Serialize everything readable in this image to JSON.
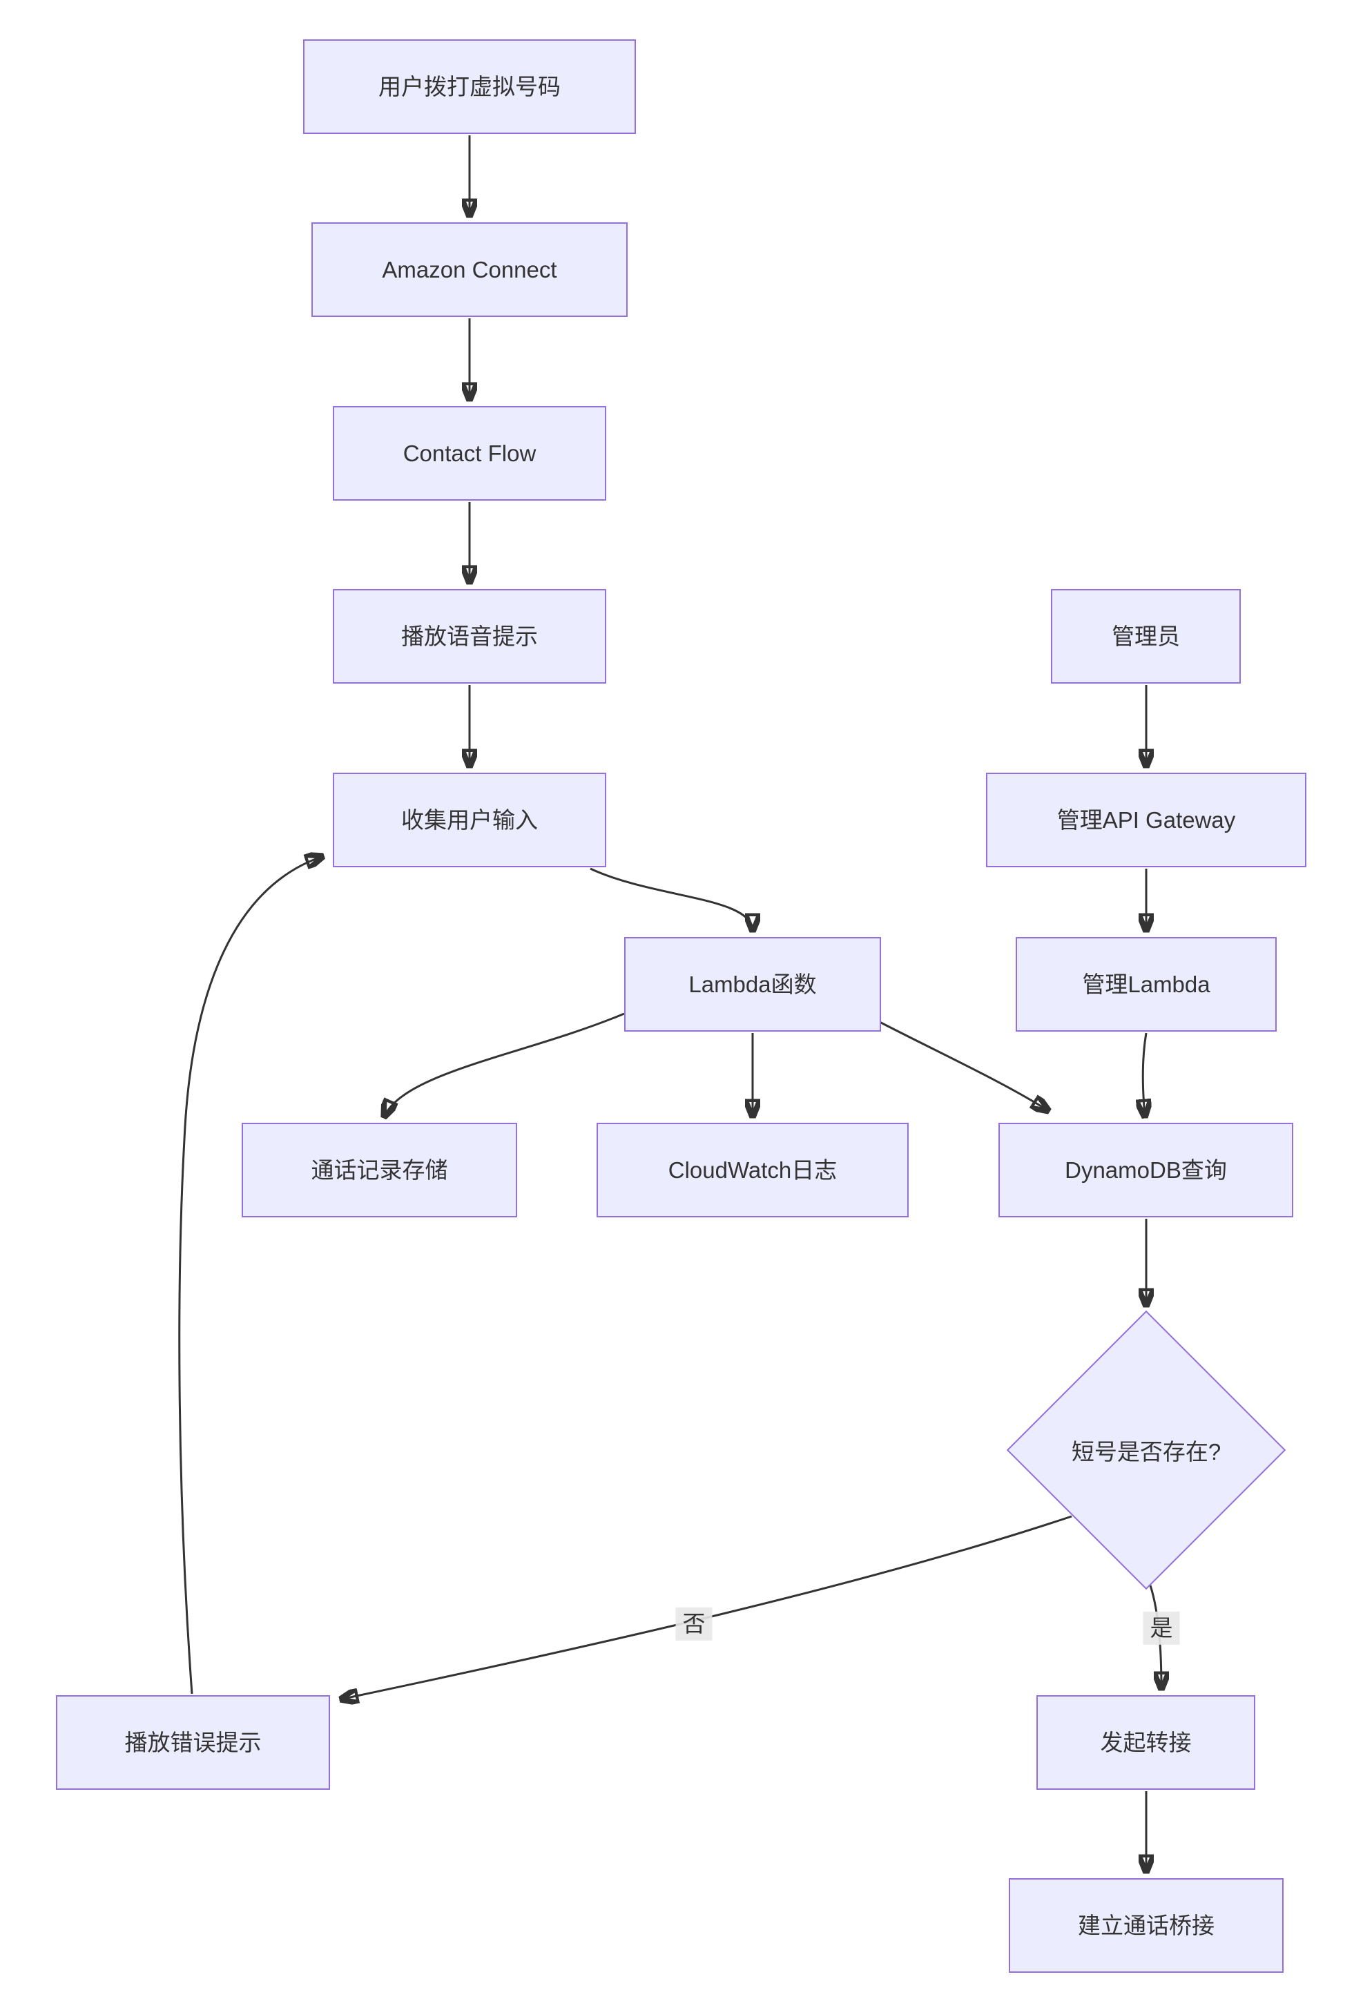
{
  "diagram": {
    "type": "flowchart",
    "background_color": "#ffffff",
    "node_fill_color": "#ECECFF",
    "node_border_color": "#9370DB",
    "edge_color": "#333333",
    "text_color": "#333333",
    "edge_label_background": "#e8e8e8"
  },
  "nodes": {
    "user_dial": {
      "label": "用户拨打虚拟号码",
      "shape": "rect"
    },
    "amazon_connect": {
      "label": "Amazon Connect",
      "shape": "rect"
    },
    "contact_flow": {
      "label": "Contact Flow",
      "shape": "rect"
    },
    "play_prompt": {
      "label": "播放语音提示",
      "shape": "rect"
    },
    "collect_input": {
      "label": "收集用户输入",
      "shape": "rect"
    },
    "lambda_fn": {
      "label": "Lambda函数",
      "shape": "rect"
    },
    "call_record": {
      "label": "通话记录存储",
      "shape": "rect"
    },
    "cloudwatch": {
      "label": "CloudWatch日志",
      "shape": "rect"
    },
    "dynamodb": {
      "label": "DynamoDB查询",
      "shape": "rect"
    },
    "admin": {
      "label": "管理员",
      "shape": "rect"
    },
    "api_gateway": {
      "label": "管理API Gateway",
      "shape": "rect"
    },
    "admin_lambda": {
      "label": "管理Lambda",
      "shape": "rect"
    },
    "decision": {
      "label": "短号是否存在?",
      "shape": "diamond"
    },
    "play_error": {
      "label": "播放错误提示",
      "shape": "rect"
    },
    "transfer": {
      "label": "发起转接",
      "shape": "rect"
    },
    "bridge": {
      "label": "建立通话桥接",
      "shape": "rect"
    }
  },
  "edge_labels": {
    "no": "否",
    "yes": "是"
  },
  "edges": [
    {
      "from": "user_dial",
      "to": "amazon_connect"
    },
    {
      "from": "amazon_connect",
      "to": "contact_flow"
    },
    {
      "from": "contact_flow",
      "to": "play_prompt"
    },
    {
      "from": "play_prompt",
      "to": "collect_input"
    },
    {
      "from": "collect_input",
      "to": "lambda_fn"
    },
    {
      "from": "lambda_fn",
      "to": "call_record"
    },
    {
      "from": "lambda_fn",
      "to": "cloudwatch"
    },
    {
      "from": "lambda_fn",
      "to": "dynamodb"
    },
    {
      "from": "admin",
      "to": "api_gateway"
    },
    {
      "from": "api_gateway",
      "to": "admin_lambda"
    },
    {
      "from": "admin_lambda",
      "to": "dynamodb"
    },
    {
      "from": "dynamodb",
      "to": "decision"
    },
    {
      "from": "decision",
      "to": "play_error",
      "label": "否"
    },
    {
      "from": "decision",
      "to": "transfer",
      "label": "是"
    },
    {
      "from": "transfer",
      "to": "bridge"
    },
    {
      "from": "play_error",
      "to": "collect_input"
    }
  ]
}
